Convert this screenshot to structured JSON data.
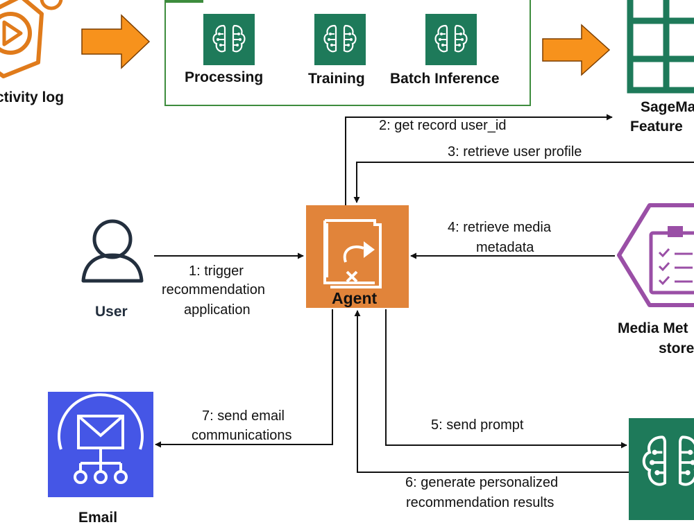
{
  "nodes": {
    "activity_log": "ctivity log",
    "processing": "Processing",
    "training": "Training",
    "batch_inference": "Batch Inference",
    "feature_store_line1": "SageMa",
    "feature_store_line2": "Feature",
    "user": "User",
    "agent": "Agent",
    "media_store_line1": "Media Met",
    "media_store_line2": "store",
    "email": "Email"
  },
  "edges": {
    "e1_line1": "1: trigger",
    "e1_line2": "recommendation",
    "e1_line3": "application",
    "e2": "2: get record user_id",
    "e3": "3: retrieve user profile",
    "e4_line1": "4: retrieve media",
    "e4_line2": "metadata",
    "e5": "5: send prompt",
    "e6_line1": "6: generate personalized",
    "e6_line2": "recommendation results",
    "e7_line1": "7: send email",
    "e7_line2": "communications"
  },
  "colors": {
    "orange": "#E07B1B",
    "sagemaker_green": "#1E7A5A",
    "frame_green": "#3D8C3D",
    "agent_orange": "#E1843A",
    "purple": "#9A4FA6",
    "email_blue": "#4556E6",
    "user_dark": "#232F3E"
  }
}
